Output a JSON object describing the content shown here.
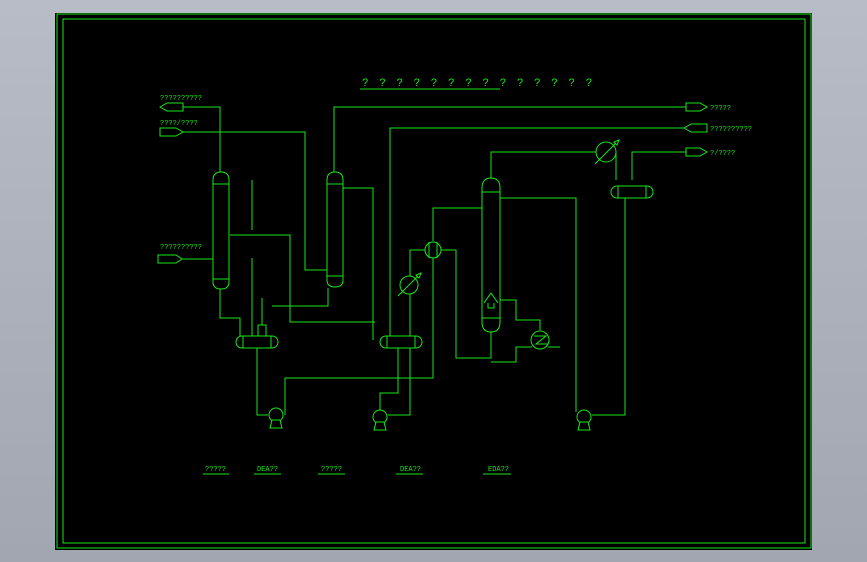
{
  "drawing": {
    "title": "? ? ? ? ? ? ? ? ? ? ? ? ? ?",
    "colors": {
      "line": "#19e619",
      "background": "#000000",
      "window": "#a8acb6"
    },
    "left_streams": [
      "??????????",
      "????/????",
      "??????????"
    ],
    "right_streams": [
      "?????",
      "??????????",
      "?/????"
    ],
    "bottom_labels": [
      "?????",
      "DEA??",
      "?????",
      "DEA??",
      "EDA??"
    ]
  }
}
